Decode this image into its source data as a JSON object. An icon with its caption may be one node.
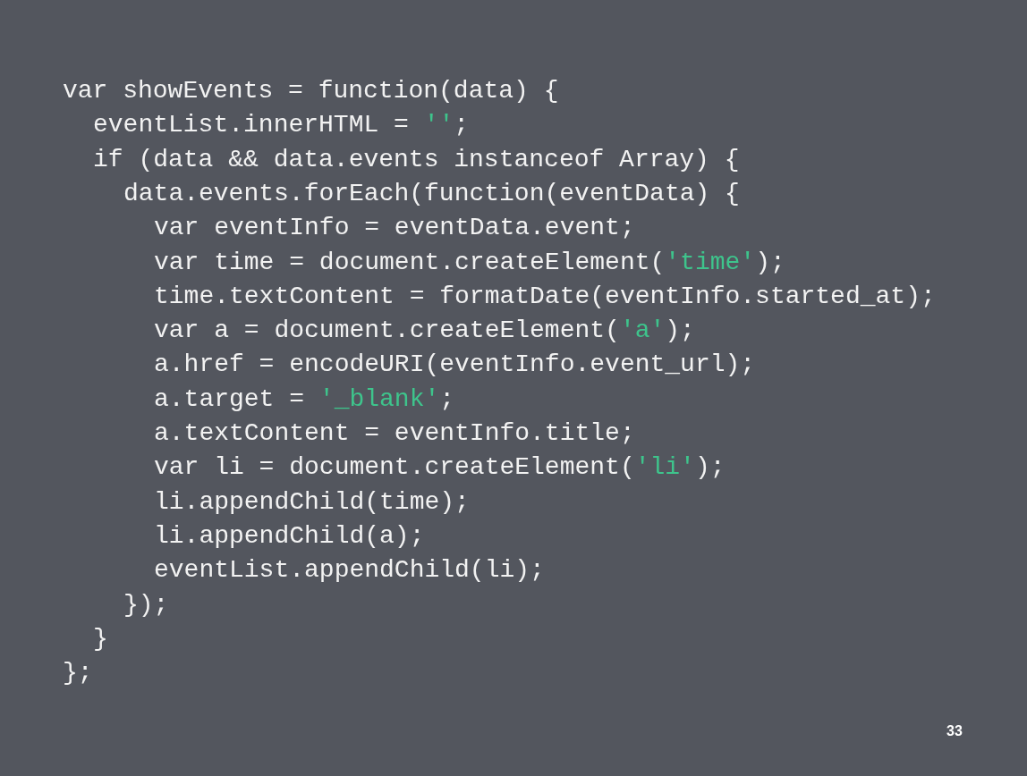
{
  "diagram": {
    "labels": [
      "var showEvents = function(data) {",
      "eventList.innerHTML = '';",
      "if (data && data.events instanceof Array) {",
      "data.events.forEach(function(eventData) {",
      "var eventInfo = eventData.event;",
      "var time = document.createElement('time');",
      "time.textContent = formatDate(eventInfo.started_at);",
      "var a = document.createElement('a');",
      "a.href = encodeURI(eventInfo.event_url);",
      "a.target = '_blank';",
      "a.textContent = eventInfo.title;",
      "var li = document.createElement('li');",
      "li.appendChild(time);",
      "li.appendChild(a);",
      "eventList.appendChild(li);",
      "});",
      "}",
      "};",
      "33"
    ]
  }
}
